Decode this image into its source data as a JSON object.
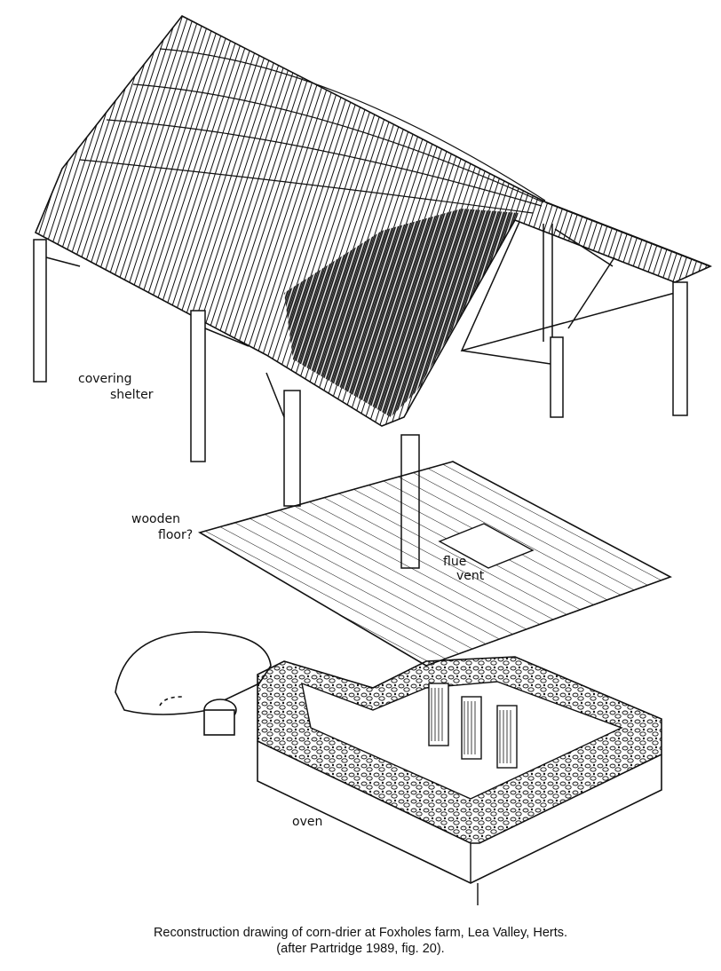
{
  "labels": {
    "shelter_line1": "covering",
    "shelter_line2": "shelter",
    "floor_line1": "wooden",
    "floor_line2": "floor?",
    "flue_line1": "flue",
    "flue_line2": "vent",
    "oven": "oven"
  },
  "caption": {
    "line1": "Reconstruction drawing of corn-drier at Foxholes farm, Lea Valley, Herts.",
    "line2": "(after Partridge 1989, fig. 20)."
  },
  "colors": {
    "ink": "#111111",
    "paper": "#ffffff"
  }
}
